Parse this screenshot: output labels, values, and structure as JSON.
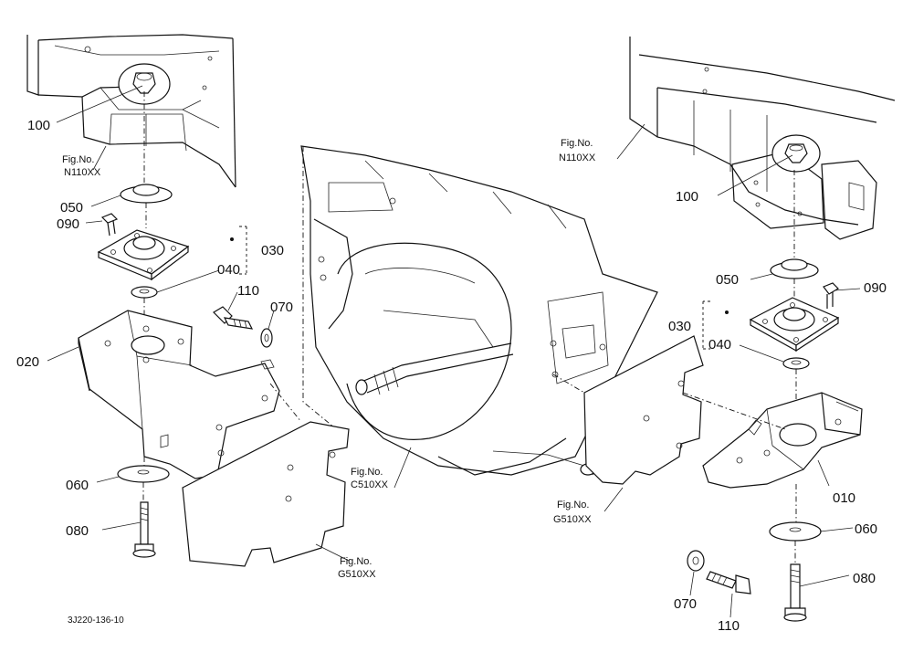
{
  "drawing_code": "3J220-136-10",
  "left": {
    "fig_frame": {
      "fig": "Fig.No.",
      "code": "N110XX"
    },
    "fig_bracket": {
      "fig": "Fig.No.",
      "code": "G510XX"
    },
    "parts": {
      "p100": "100",
      "p050": "050",
      "p090": "090",
      "p030": "030",
      "p040": "040",
      "p110": "110",
      "p070": "070",
      "p020": "020",
      "p060": "060",
      "p080": "080"
    }
  },
  "center": {
    "fig_transmission": {
      "fig": "Fig.No.",
      "code": "C510XX"
    }
  },
  "right": {
    "fig_frame": {
      "fig": "Fig.No.",
      "code": "N110XX"
    },
    "fig_bracket": {
      "fig": "Fig.No.",
      "code": "G510XX"
    },
    "parts": {
      "p100": "100",
      "p050": "050",
      "p090": "090",
      "p030": "030",
      "p040": "040",
      "p010": "010",
      "p060": "060",
      "p080": "080",
      "p070": "070",
      "p110": "110"
    }
  }
}
